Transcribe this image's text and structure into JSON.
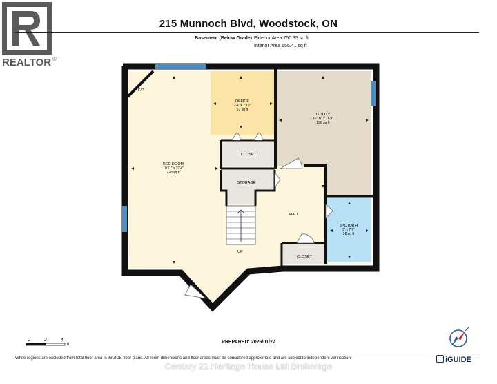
{
  "header": {
    "title": "215 Munnoch Blvd, Woodstock, ON",
    "floor_name": "Basement (Below Grade)",
    "exterior_area": "Exterior Area 750.35 sq ft",
    "interior_area": "Interior Area 655.41 sq ft"
  },
  "logo": {
    "text": "REALTOR",
    "mark": "®"
  },
  "rooms": {
    "fp": {
      "name": "F/P"
    },
    "office": {
      "name": "OFFICE",
      "dims": "7'4\" x 7'10\"",
      "area": "57 sq ft"
    },
    "utility": {
      "name": "UTILITY",
      "dims": "10'10\" x 14'3\"",
      "area": "138 sq ft"
    },
    "rec_room": {
      "name": "REC ROOM",
      "dims": "10'11\" x 22'4\"",
      "area": "228 sq ft"
    },
    "closet_upper": {
      "name": "CLOSET"
    },
    "storage": {
      "name": "STORAGE"
    },
    "hall": {
      "name": "HALL"
    },
    "bath": {
      "name": "3PC BATH",
      "dims": "5' x 7'7\"",
      "area": "36 sq ft"
    },
    "closet_lower": {
      "name": "CLOSET"
    },
    "stairs": {
      "label": "UP"
    }
  },
  "scale_bar": {
    "ticks": [
      "0",
      "2",
      "4"
    ],
    "unit": "ft"
  },
  "footer": {
    "prepared": "PREPARED: 2026/01/27",
    "disclaimer": "White regions are excluded from total floor area in iGUIDE floor plans. All room dimensions and floor areas must be considered approximate and are subject to independent verification.",
    "brand": "iGUIDE",
    "watermark": "Century 21 Heritage House Ltd Brokerage"
  },
  "colors": {
    "wall": "#111111",
    "floor": "#fdf6dc",
    "office": "#fbe5a6",
    "utility": "#e4dac9",
    "bath": "#b9e1f6",
    "grey_room": "#e9e6e2",
    "window": "#4a90c8"
  }
}
